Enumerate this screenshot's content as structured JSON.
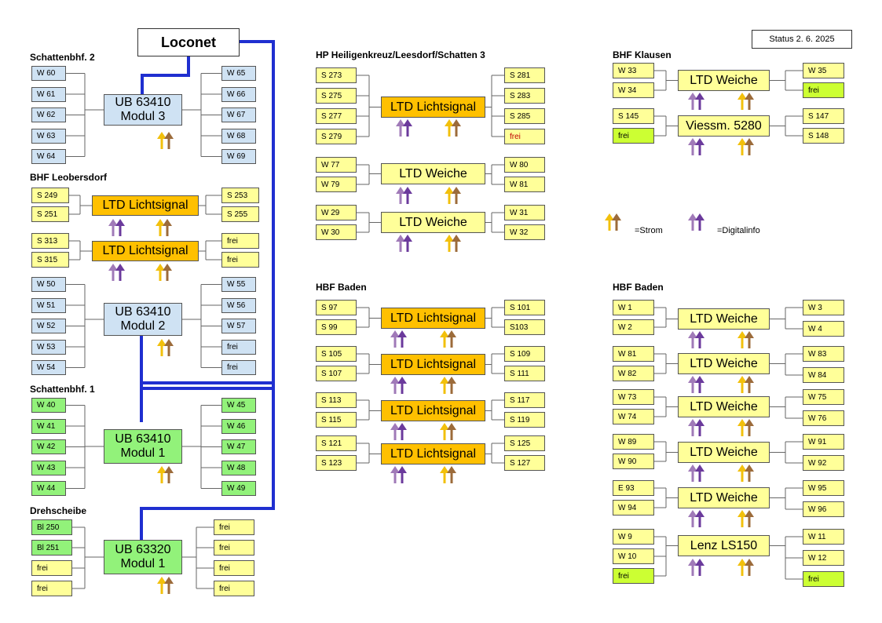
{
  "status": "Status 2. 6. 2025",
  "loconet": "Loconet",
  "legend": {
    "strom": "=Strom",
    "digital": "=Digitalinfo"
  },
  "sections": {
    "schatten2": "Schattenbhf. 2",
    "leobersdorf": "BHF Leobersdorf",
    "schatten1": "Schattenbhf. 1",
    "drehscheibe": "Drehscheibe",
    "hp": "HP Heiligenkreuz/Leesdorf/Schatten 3",
    "klausen": "BHF Klausen",
    "baden_mid": "HBF Baden",
    "baden_right": "HBF Baden"
  },
  "modules": {
    "ub_m3": [
      "UB 63410",
      "Modul 3"
    ],
    "ub_m2": [
      "UB 63410",
      "Modul 2"
    ],
    "ub_m1": [
      "UB 63410",
      "Modul 1"
    ],
    "ub63320": [
      "UB 63320",
      "Modul 1"
    ],
    "ltd_lichtsignal": "LTD Lichtsignal",
    "ltd_weiche": "LTD Weiche",
    "viessmann": "Viessm. 5280",
    "lenz": "Lenz LS150"
  },
  "ports": {
    "s2_left": [
      "W 60",
      "W 61",
      "W 62",
      "W 63",
      "W 64"
    ],
    "s2_right": [
      "W 65",
      "W 66",
      "W 67",
      "W 68",
      "W 69"
    ],
    "leo1_left": [
      "S 249",
      "S 251"
    ],
    "leo1_right": [
      "S 253",
      "S 255"
    ],
    "leo2_left": [
      "S 313",
      "S 315"
    ],
    "leo2_right": [
      "frei",
      "frei"
    ],
    "m2_left": [
      "W 50",
      "W 51",
      "W 52",
      "W 53",
      "W 54"
    ],
    "m2_right": [
      "W 55",
      "W 56",
      "W 57",
      "frei",
      "frei"
    ],
    "s1_left": [
      "W 40",
      "W 41",
      "W 42",
      "W 43",
      "W 44"
    ],
    "s1_right": [
      "W 45",
      "W 46",
      "W 47",
      "W 48",
      "W 49"
    ],
    "dreh_left": [
      "Bl 250",
      "Bl 251",
      "frei",
      "frei"
    ],
    "dreh_right": [
      "frei",
      "frei",
      "frei",
      "frei"
    ],
    "hp1_left": [
      "S 273",
      "S 275",
      "S 277",
      "S 279"
    ],
    "hp1_right": [
      "S 281",
      "S 283",
      "S 285",
      "frei"
    ],
    "hp2_left": [
      "W 77",
      "W 79"
    ],
    "hp2_right": [
      "W 80",
      "W 81"
    ],
    "hp3_left": [
      "W 29",
      "W 30"
    ],
    "hp3_right": [
      "W 31",
      "W 32"
    ],
    "hb1_left": [
      "S 97",
      "S 99"
    ],
    "hb1_right": [
      "S 101",
      "S103"
    ],
    "hb2_left": [
      "S 105",
      "S 107"
    ],
    "hb2_right": [
      "S 109",
      "S 111"
    ],
    "hb3_left": [
      "S 113",
      "S 115"
    ],
    "hb3_right": [
      "S 117",
      "S 119"
    ],
    "hb4_left": [
      "S 121",
      "S 123"
    ],
    "hb4_right": [
      "S 125",
      "S 127"
    ],
    "kl1_left": [
      "W 33",
      "W 34"
    ],
    "kl1_right": [
      "W 35",
      "frei"
    ],
    "kl2_left": [
      "S 145",
      "frei"
    ],
    "kl2_right": [
      "S 147",
      "S 148"
    ],
    "rb1_left": [
      "W 1",
      "W 2"
    ],
    "rb1_right": [
      "W 3",
      "W 4"
    ],
    "rb2_left": [
      "W 81",
      "W 82"
    ],
    "rb2_right": [
      "W 83",
      "W 84"
    ],
    "rb3_left": [
      "W 73",
      "W 74"
    ],
    "rb3_right": [
      "W 75",
      "W 76"
    ],
    "rb4_left": [
      "W 89",
      "W 90"
    ],
    "rb4_right": [
      "W 91",
      "W 92"
    ],
    "rb5_left": [
      "E 93",
      "W 94"
    ],
    "rb5_right": [
      "W 95",
      "W 96"
    ],
    "rb6_left": [
      "W 9",
      "W 10",
      "frei"
    ],
    "rb6_right": [
      "W 11",
      "W 12",
      "frei"
    ]
  },
  "colors": {
    "loconet_bus": "#1f2fd0",
    "port_blue": "#cfe2f3",
    "port_yellow": "#ffff99",
    "port_green": "#92f27a",
    "port_lime": "#ccff33",
    "signal_orange": "#ffc000",
    "arrow_gold": "#f2c00c",
    "arrow_brown": "#9c6b3a",
    "arrow_purple": "#6b3a9c",
    "arrow_lilac": "#a07ab8"
  }
}
